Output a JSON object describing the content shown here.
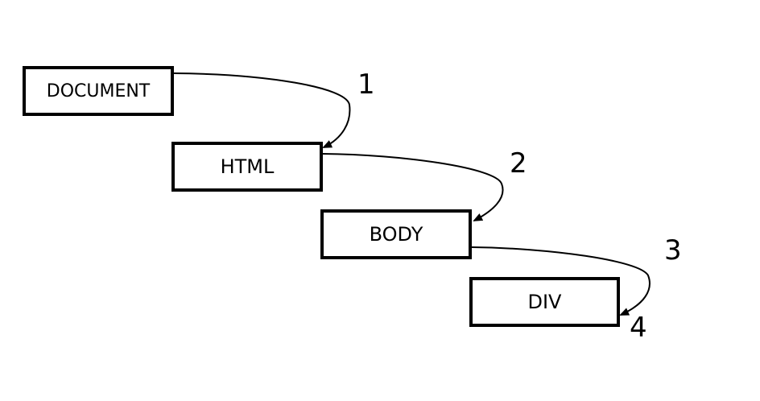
{
  "nodes": {
    "document": "DOCUMENT",
    "html": "HTML",
    "body": "BODY",
    "div": "DIV"
  },
  "steps": [
    "1",
    "2",
    "3",
    "4"
  ]
}
